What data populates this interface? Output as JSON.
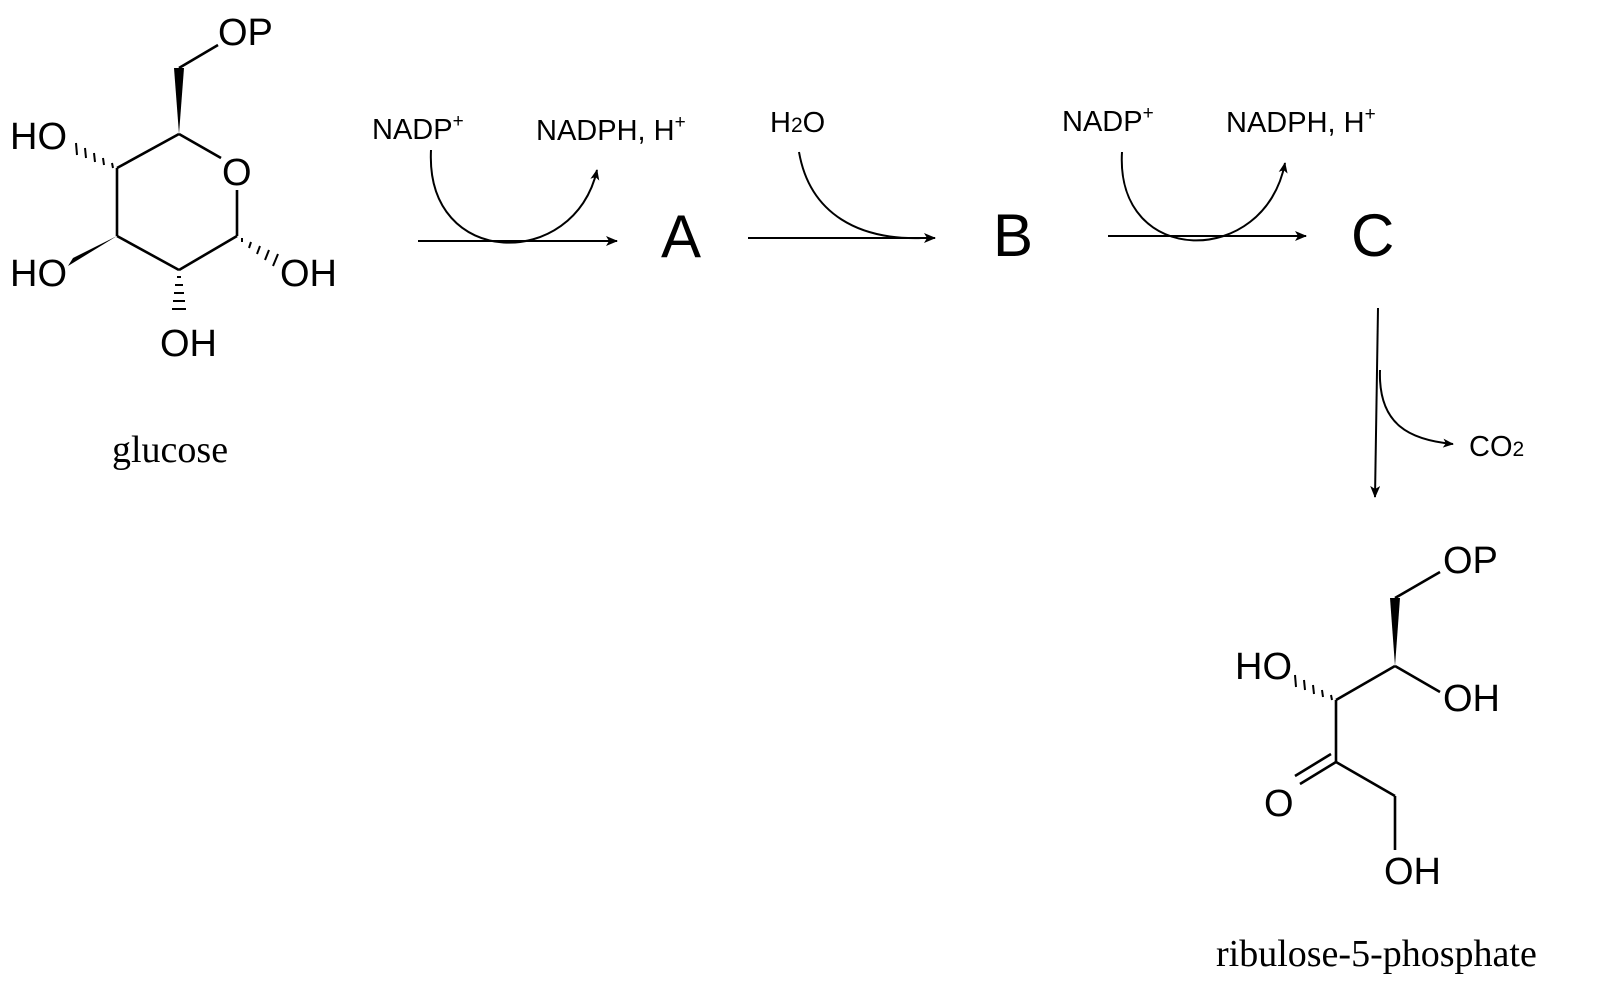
{
  "glucose": {
    "name": "glucose",
    "labels": {
      "op": "OP",
      "ho_upper": "HO",
      "ring_o": "O",
      "ho_lower": "HO",
      "oh_right": "OH",
      "oh_bottom": "OH"
    }
  },
  "steps": [
    {
      "reagent_in": "NADP",
      "reagent_in_sup": "+",
      "reagent_out": "NADPH, H",
      "reagent_out_sup": "+"
    },
    {
      "reagent_in_main": "H",
      "reagent_in_sub": "2",
      "reagent_in_tail": "O"
    },
    {
      "reagent_in": "NADP",
      "reagent_in_sup": "+",
      "reagent_out": "NADPH, H",
      "reagent_out_sup": "+"
    },
    {
      "reagent_out_main": "CO",
      "reagent_out_sub": "2"
    }
  ],
  "intermediates": {
    "a": "A",
    "b": "B",
    "c": "C"
  },
  "product": {
    "name": "ribulose-5-phosphate",
    "labels": {
      "op": "OP",
      "ho": "HO",
      "oh_c4": "OH",
      "ketone_o": "O",
      "oh_c1": "OH"
    }
  }
}
